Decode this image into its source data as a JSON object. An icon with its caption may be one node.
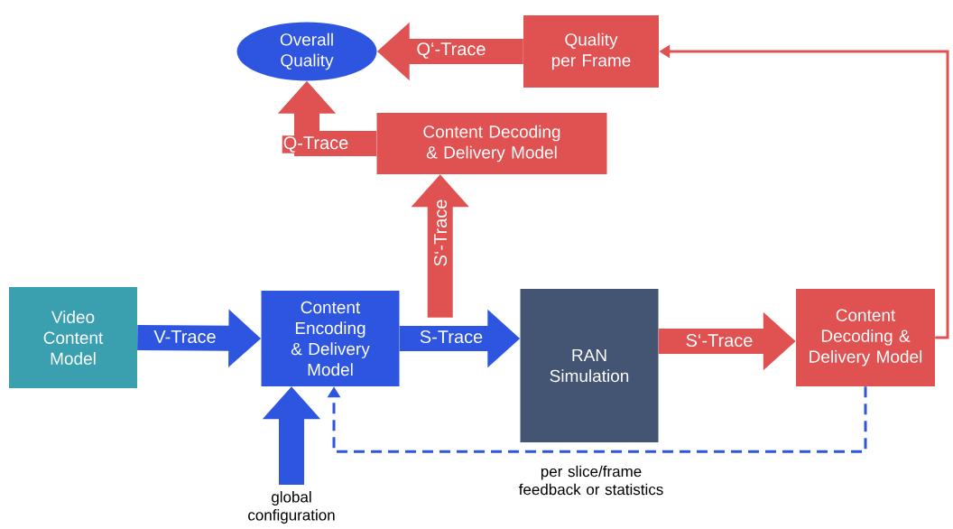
{
  "diagram": {
    "nodes": [
      {
        "text": [
          "Overall Quality"
        ]
      },
      {
        "text": [
          "Quality per Frame"
        ]
      },
      {
        "text": [
          "Content Decoding & Delivery Model"
        ]
      },
      {
        "text": [
          "Video Content Model"
        ]
      },
      {
        "text": [
          "Content Encoding & Delivery Model"
        ]
      },
      {
        "text": [
          "RAN Simulation"
        ]
      },
      {
        "text": [
          "Content Decoding & Delivery Model"
        ]
      },
      {
        "text": [
          "global configuration"
        ]
      }
    ],
    "edges": [
      {
        "from": 1,
        "to": 0,
        "arrow": "to",
        "label": "Q‘-Trace",
        "color": "#e05252"
      },
      {
        "from": 2,
        "to": 0,
        "arrow": "to",
        "label": "Q-Trace",
        "color": "#e05252"
      },
      {
        "from": 4,
        "to": 2,
        "arrow": "to",
        "label": "S‘-Trace",
        "color": "#e05252"
      },
      {
        "from": 3,
        "to": 4,
        "arrow": "to",
        "label": "V-Trace",
        "color": "#2e55e0"
      },
      {
        "from": 4,
        "to": 5,
        "arrow": "to",
        "label": "S-Trace",
        "color": "#2e55e0"
      },
      {
        "from": 5,
        "to": 6,
        "arrow": "to",
        "label": "S‘-Trace",
        "color": "#e05252"
      },
      {
        "from": 6,
        "to": 1,
        "arrow": "to",
        "color": "#e05252"
      },
      {
        "from": 7,
        "to": 4,
        "arrow": "to",
        "color": "#2e55e0"
      },
      {
        "from": 6,
        "to": 4,
        "arrow": "to",
        "label": "per slice/frame feedback or statistics",
        "style": "dashed",
        "color": "#2e55e0"
      }
    ]
  }
}
